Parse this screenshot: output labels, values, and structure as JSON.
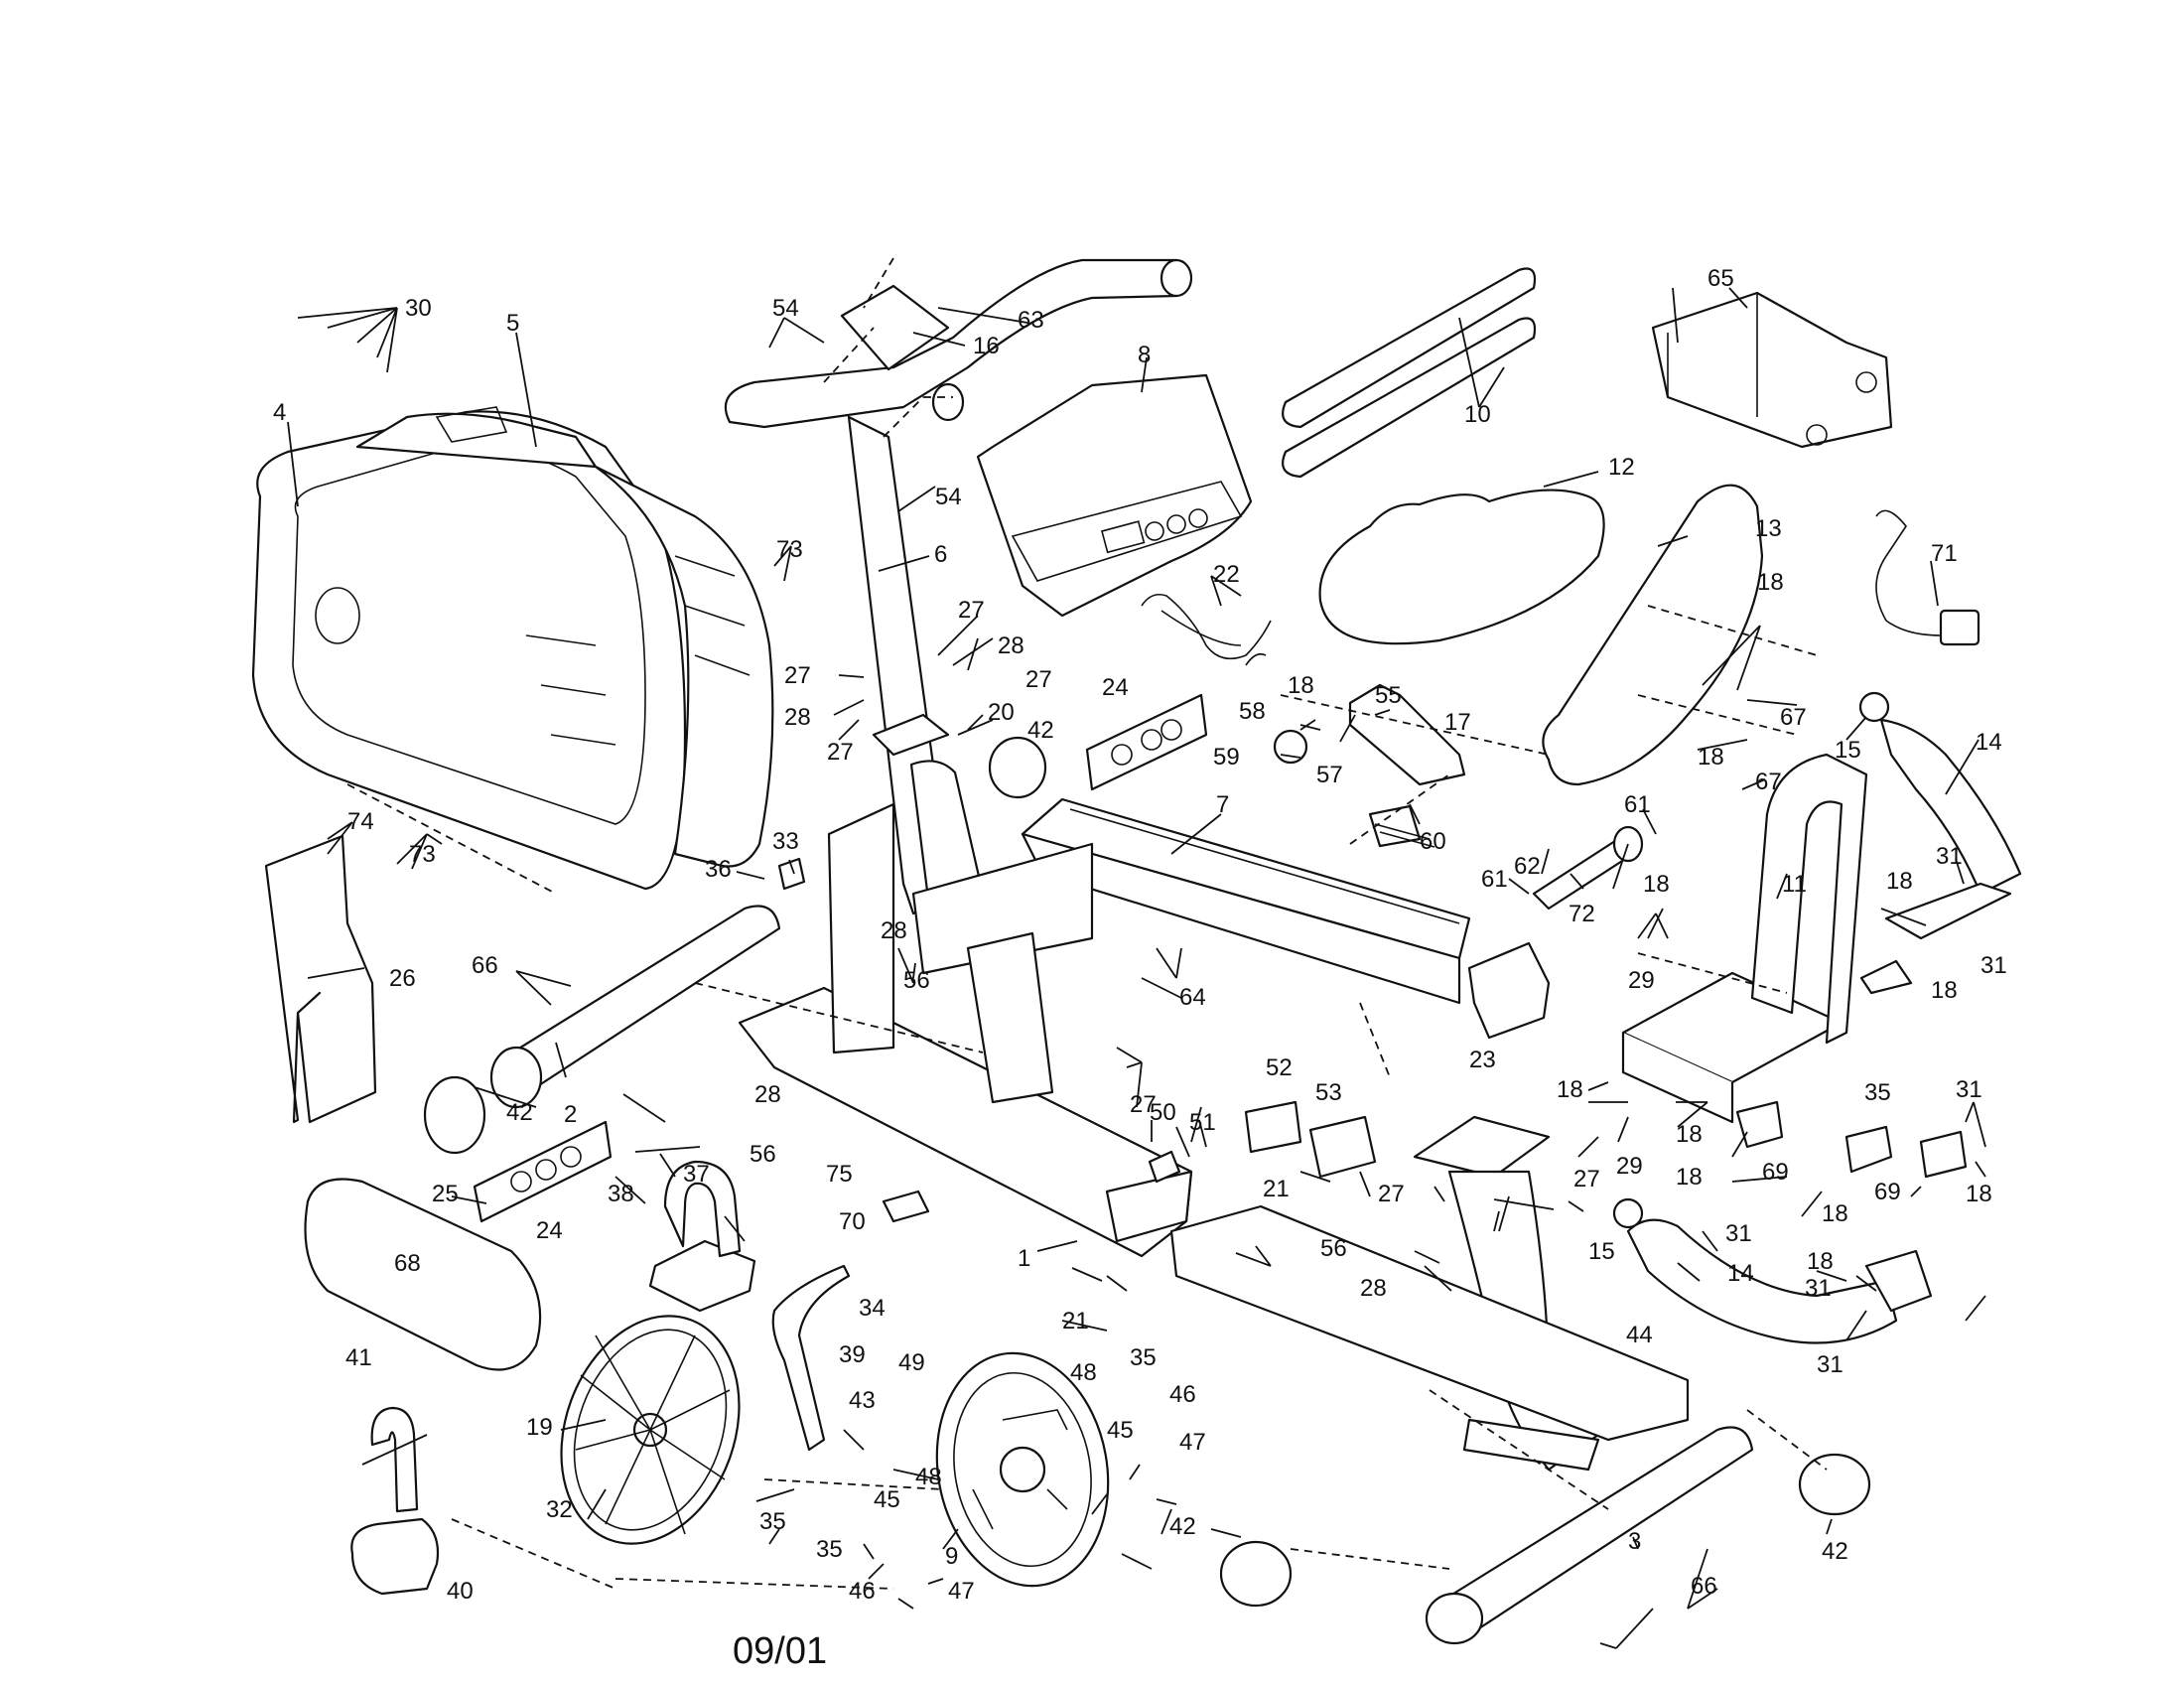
{
  "diagram": {
    "date_code": "09/01",
    "callouts": [
      {
        "id": "c30",
        "text": "30"
      },
      {
        "id": "c5",
        "text": "5"
      },
      {
        "id": "c4",
        "text": "4"
      },
      {
        "id": "c54a",
        "text": "54"
      },
      {
        "id": "c63",
        "text": "63"
      },
      {
        "id": "c16",
        "text": "16"
      },
      {
        "id": "c8",
        "text": "8"
      },
      {
        "id": "c10",
        "text": "10"
      },
      {
        "id": "c65",
        "text": "65"
      },
      {
        "id": "c54b",
        "text": "54"
      },
      {
        "id": "c6",
        "text": "6"
      },
      {
        "id": "c73a",
        "text": "73"
      },
      {
        "id": "c12",
        "text": "12"
      },
      {
        "id": "c13",
        "text": "13"
      },
      {
        "id": "c71",
        "text": "71"
      },
      {
        "id": "c27a",
        "text": "27"
      },
      {
        "id": "c28a",
        "text": "28"
      },
      {
        "id": "c27b",
        "text": "27"
      },
      {
        "id": "c27c",
        "text": "27"
      },
      {
        "id": "c22",
        "text": "22"
      },
      {
        "id": "c18a",
        "text": "18"
      },
      {
        "id": "c28b",
        "text": "28"
      },
      {
        "id": "c20",
        "text": "20"
      },
      {
        "id": "c27d",
        "text": "27"
      },
      {
        "id": "c42a",
        "text": "42"
      },
      {
        "id": "c24a",
        "text": "24"
      },
      {
        "id": "c18b",
        "text": "18"
      },
      {
        "id": "c55",
        "text": "55"
      },
      {
        "id": "c58",
        "text": "58"
      },
      {
        "id": "c17",
        "text": "17"
      },
      {
        "id": "c67a",
        "text": "67"
      },
      {
        "id": "c59",
        "text": "59"
      },
      {
        "id": "c57",
        "text": "57"
      },
      {
        "id": "c18c",
        "text": "18"
      },
      {
        "id": "c67b",
        "text": "67"
      },
      {
        "id": "c15a",
        "text": "15"
      },
      {
        "id": "c14a",
        "text": "14"
      },
      {
        "id": "c74",
        "text": "74"
      },
      {
        "id": "c73b",
        "text": "73"
      },
      {
        "id": "c7",
        "text": "7"
      },
      {
        "id": "c60",
        "text": "60"
      },
      {
        "id": "c61a",
        "text": "61"
      },
      {
        "id": "c33",
        "text": "33"
      },
      {
        "id": "c36",
        "text": "36"
      },
      {
        "id": "c62",
        "text": "62"
      },
      {
        "id": "c11",
        "text": "11"
      },
      {
        "id": "c61b",
        "text": "61"
      },
      {
        "id": "c72",
        "text": "72"
      },
      {
        "id": "c18d",
        "text": "18"
      },
      {
        "id": "c18e",
        "text": "18"
      },
      {
        "id": "c31a",
        "text": "31"
      },
      {
        "id": "c26",
        "text": "26"
      },
      {
        "id": "c66a",
        "text": "66"
      },
      {
        "id": "c28c",
        "text": "28"
      },
      {
        "id": "c64",
        "text": "64"
      },
      {
        "id": "c29a",
        "text": "29"
      },
      {
        "id": "c18f",
        "text": "18"
      },
      {
        "id": "c31b",
        "text": "31"
      },
      {
        "id": "c56a",
        "text": "56"
      },
      {
        "id": "c23",
        "text": "23"
      },
      {
        "id": "c52",
        "text": "52"
      },
      {
        "id": "c53",
        "text": "53"
      },
      {
        "id": "c42b",
        "text": "42"
      },
      {
        "id": "c2",
        "text": "2"
      },
      {
        "id": "c28d",
        "text": "28"
      },
      {
        "id": "c27e",
        "text": "27"
      },
      {
        "id": "c18g",
        "text": "18"
      },
      {
        "id": "c35a",
        "text": "35"
      },
      {
        "id": "c31c",
        "text": "31"
      },
      {
        "id": "c56b",
        "text": "56"
      },
      {
        "id": "c75",
        "text": "75"
      },
      {
        "id": "c50",
        "text": "50"
      },
      {
        "id": "c51",
        "text": "51"
      },
      {
        "id": "c29b",
        "text": "29"
      },
      {
        "id": "c18h",
        "text": "18"
      },
      {
        "id": "c69a",
        "text": "69"
      },
      {
        "id": "c69b",
        "text": "69"
      },
      {
        "id": "c18i",
        "text": "18"
      },
      {
        "id": "c25",
        "text": "25"
      },
      {
        "id": "c38",
        "text": "38"
      },
      {
        "id": "c37",
        "text": "37"
      },
      {
        "id": "c21a",
        "text": "21"
      },
      {
        "id": "c27f",
        "text": "27"
      },
      {
        "id": "c24b",
        "text": "24"
      },
      {
        "id": "c70",
        "text": "70"
      },
      {
        "id": "c27g",
        "text": "27"
      },
      {
        "id": "c18j",
        "text": "18"
      },
      {
        "id": "c31d",
        "text": "31"
      },
      {
        "id": "c1",
        "text": "1"
      },
      {
        "id": "c15b",
        "text": "15"
      },
      {
        "id": "c68",
        "text": "68"
      },
      {
        "id": "c56c",
        "text": "56"
      },
      {
        "id": "c18k",
        "text": "18"
      },
      {
        "id": "c34",
        "text": "34"
      },
      {
        "id": "c21b",
        "text": "21"
      },
      {
        "id": "c28e",
        "text": "28"
      },
      {
        "id": "c14b",
        "text": "14"
      },
      {
        "id": "c31e",
        "text": "31"
      },
      {
        "id": "c18l",
        "text": "18"
      },
      {
        "id": "c39",
        "text": "39"
      },
      {
        "id": "c44",
        "text": "44"
      },
      {
        "id": "c31f",
        "text": "31"
      },
      {
        "id": "c41",
        "text": "41"
      },
      {
        "id": "c49",
        "text": "49"
      },
      {
        "id": "c48a",
        "text": "48"
      },
      {
        "id": "c35b",
        "text": "35"
      },
      {
        "id": "c43",
        "text": "43"
      },
      {
        "id": "c46a",
        "text": "46"
      },
      {
        "id": "c19",
        "text": "19"
      },
      {
        "id": "c45a",
        "text": "45"
      },
      {
        "id": "c47a",
        "text": "47"
      },
      {
        "id": "c32",
        "text": "32"
      },
      {
        "id": "c48b",
        "text": "48"
      },
      {
        "id": "c42c",
        "text": "42"
      },
      {
        "id": "c35c",
        "text": "35"
      },
      {
        "id": "c45b",
        "text": "45"
      },
      {
        "id": "c35d",
        "text": "35"
      },
      {
        "id": "c9",
        "text": "9"
      },
      {
        "id": "c3",
        "text": "3"
      },
      {
        "id": "c42d",
        "text": "42"
      },
      {
        "id": "c40",
        "text": "40"
      },
      {
        "id": "c46b",
        "text": "46"
      },
      {
        "id": "c47b",
        "text": "47"
      },
      {
        "id": "c66b",
        "text": "66"
      }
    ]
  }
}
